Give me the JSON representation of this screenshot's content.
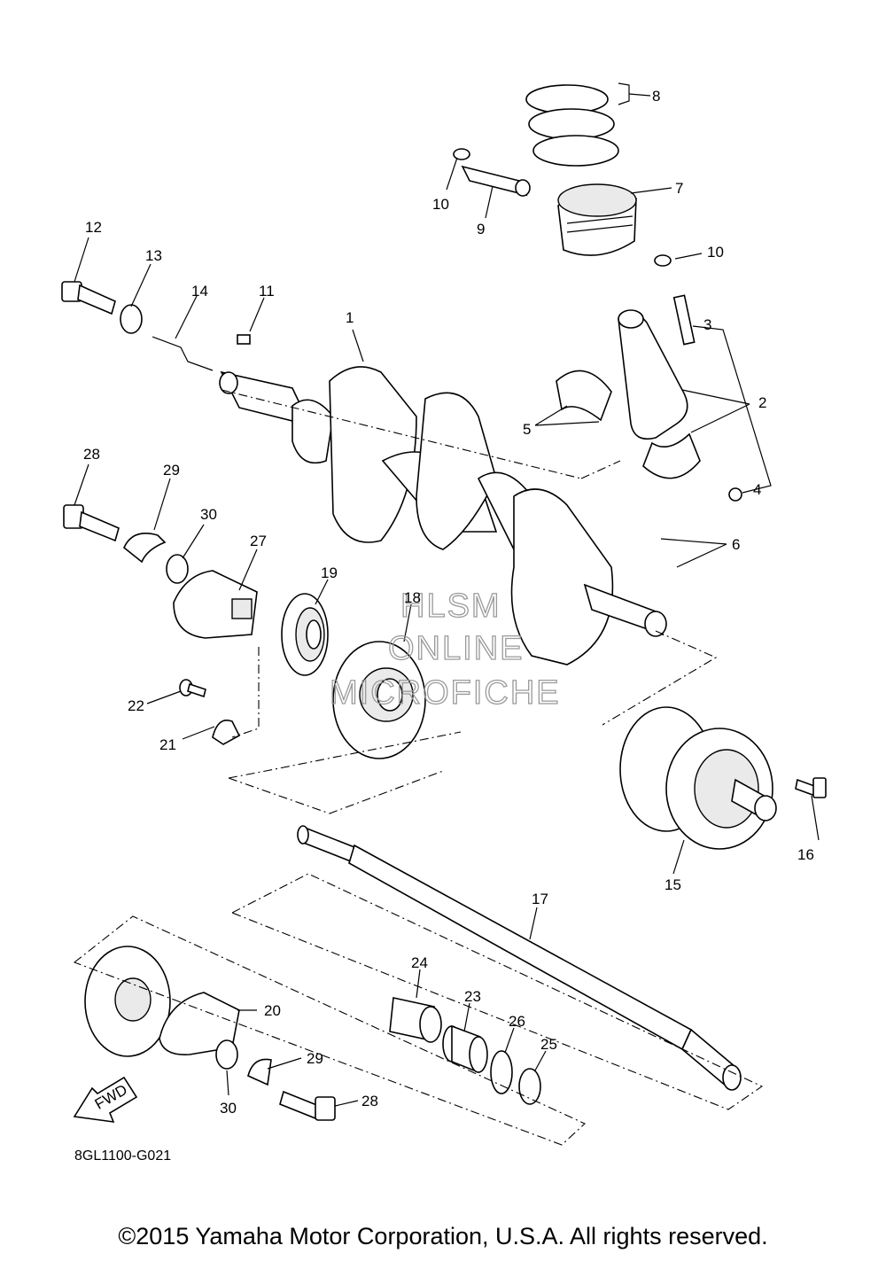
{
  "diagram": {
    "watermark_lines": [
      "HLSM",
      "ONLINE",
      "MICROFICHE"
    ],
    "part_numbers": [
      "1",
      "2",
      "3",
      "4",
      "5",
      "6",
      "7",
      "8",
      "9",
      "10",
      "10",
      "11",
      "12",
      "13",
      "14",
      "15",
      "16",
      "17",
      "18",
      "19",
      "20",
      "21",
      "22",
      "23",
      "24",
      "25",
      "26",
      "27",
      "28",
      "28",
      "29",
      "29",
      "30",
      "30"
    ],
    "fwd_label": "FWD",
    "drawing_code": "8GL1100-G021"
  },
  "footer": {
    "copyright": "©2015 Yamaha Motor Corporation, U.S.A. All rights reserved."
  }
}
